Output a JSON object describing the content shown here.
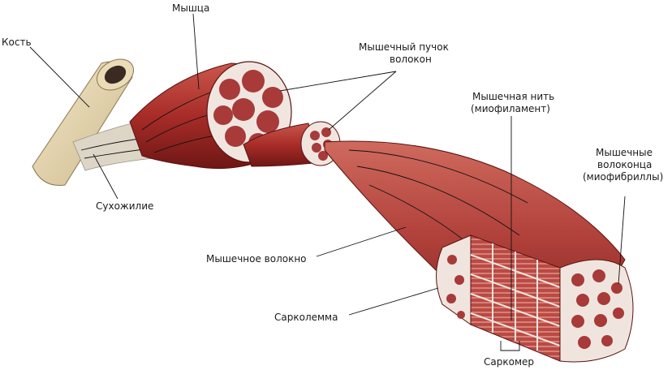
{
  "labels": {
    "bone": "Кость",
    "muscle": "Мышца",
    "tendon": "Сухожилие",
    "fascicle_line1": "Мышечный пучок",
    "fascicle_line2": "волокон",
    "myofilament_line1": "Мышечная нить",
    "myofilament_line2": "(миофиламент)",
    "myofibrils_line1": "Мышечные",
    "myofibrils_line2": "волоконца",
    "myofibrils_line3": "(миофибриллы)",
    "fiber": "Мышечное волокно",
    "sarcolemma": "Сарколемма",
    "sarcomere": "Саркомер"
  },
  "colors": {
    "muscle_red": "#b8342f",
    "muscle_dark": "#7a1a18",
    "muscle_light": "#d9857a",
    "bone": "#e8d9b4",
    "tendon": "#d9d2c2",
    "section": "#f2ece4",
    "bundle": "#a83a3a"
  }
}
